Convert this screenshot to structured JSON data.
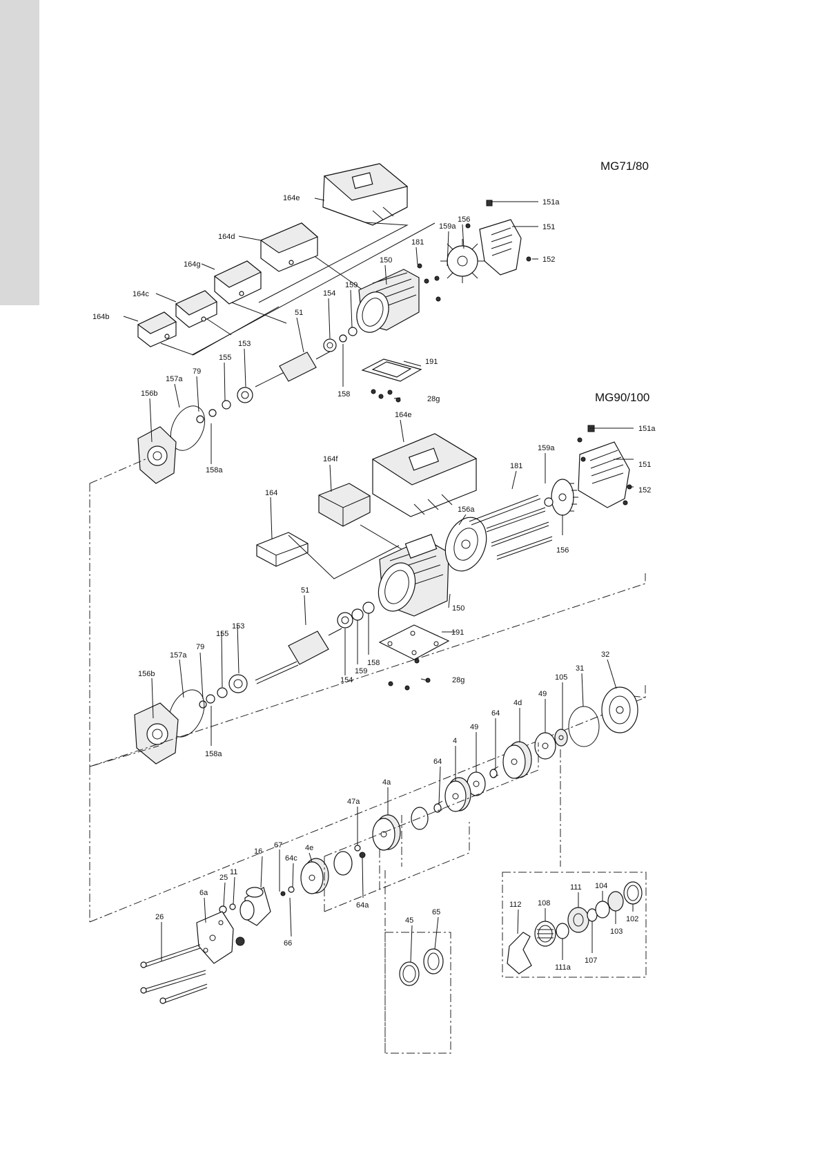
{
  "titles": {
    "mg71": "MG71/80",
    "mg90": "MG90/100"
  },
  "callouts": [
    {
      "id": "a1",
      "text": "164e"
    },
    {
      "id": "a2",
      "text": "151a"
    },
    {
      "id": "a3",
      "text": "151"
    },
    {
      "id": "a4",
      "text": "159a"
    },
    {
      "id": "a5",
      "text": "156"
    },
    {
      "id": "a6",
      "text": "164d"
    },
    {
      "id": "a7",
      "text": "181"
    },
    {
      "id": "a8",
      "text": "152"
    },
    {
      "id": "a9",
      "text": "164g"
    },
    {
      "id": "a10",
      "text": "150"
    },
    {
      "id": "a11",
      "text": "164c"
    },
    {
      "id": "a12",
      "text": "159"
    },
    {
      "id": "a13",
      "text": "154"
    },
    {
      "id": "a14",
      "text": "164b"
    },
    {
      "id": "a15",
      "text": "51"
    },
    {
      "id": "a16",
      "text": "153"
    },
    {
      "id": "a17",
      "text": "191"
    },
    {
      "id": "a18",
      "text": "155"
    },
    {
      "id": "a19",
      "text": "79"
    },
    {
      "id": "a20",
      "text": "157a"
    },
    {
      "id": "a21",
      "text": "156b"
    },
    {
      "id": "a22",
      "text": "158"
    },
    {
      "id": "a23",
      "text": "28g"
    },
    {
      "id": "a24",
      "text": "158a"
    },
    {
      "id": "b1",
      "text": "164e"
    },
    {
      "id": "b2",
      "text": "151a"
    },
    {
      "id": "b3",
      "text": "159a"
    },
    {
      "id": "b4",
      "text": "164f"
    },
    {
      "id": "b5",
      "text": "181"
    },
    {
      "id": "b6",
      "text": "151"
    },
    {
      "id": "b7",
      "text": "152"
    },
    {
      "id": "b8",
      "text": "164"
    },
    {
      "id": "b9",
      "text": "156a"
    },
    {
      "id": "b10",
      "text": "156"
    },
    {
      "id": "b11",
      "text": "51"
    },
    {
      "id": "b12",
      "text": "150"
    },
    {
      "id": "b13",
      "text": "153"
    },
    {
      "id": "b14",
      "text": "191"
    },
    {
      "id": "b15",
      "text": "155"
    },
    {
      "id": "b16",
      "text": "79"
    },
    {
      "id": "b17",
      "text": "157a"
    },
    {
      "id": "b18",
      "text": "156b"
    },
    {
      "id": "b19",
      "text": "158"
    },
    {
      "id": "b20",
      "text": "154"
    },
    {
      "id": "b21",
      "text": "159"
    },
    {
      "id": "b22",
      "text": "28g"
    },
    {
      "id": "b23",
      "text": "158a"
    },
    {
      "id": "c1",
      "text": "32"
    },
    {
      "id": "c2",
      "text": "31"
    },
    {
      "id": "c3",
      "text": "105"
    },
    {
      "id": "c4",
      "text": "49"
    },
    {
      "id": "c5",
      "text": "4d"
    },
    {
      "id": "c6",
      "text": "64"
    },
    {
      "id": "c7",
      "text": "49"
    },
    {
      "id": "c8",
      "text": "4"
    },
    {
      "id": "c9",
      "text": "64"
    },
    {
      "id": "c10",
      "text": "4a"
    },
    {
      "id": "c11",
      "text": "47a"
    },
    {
      "id": "c12",
      "text": "67"
    },
    {
      "id": "c13",
      "text": "64c"
    },
    {
      "id": "c14",
      "text": "4e"
    },
    {
      "id": "c15",
      "text": "16"
    },
    {
      "id": "c16",
      "text": "25"
    },
    {
      "id": "c17",
      "text": "11"
    },
    {
      "id": "c18",
      "text": "6a"
    },
    {
      "id": "c19",
      "text": "26"
    },
    {
      "id": "c20",
      "text": "64a"
    },
    {
      "id": "c21",
      "text": "66"
    },
    {
      "id": "c22",
      "text": "45"
    },
    {
      "id": "c23",
      "text": "65"
    },
    {
      "id": "d1",
      "text": "104"
    },
    {
      "id": "d2",
      "text": "111"
    },
    {
      "id": "d3",
      "text": "108"
    },
    {
      "id": "d4",
      "text": "112"
    },
    {
      "id": "d5",
      "text": "102"
    },
    {
      "id": "d6",
      "text": "103"
    },
    {
      "id": "d7",
      "text": "107"
    },
    {
      "id": "d8",
      "text": "111a"
    }
  ]
}
